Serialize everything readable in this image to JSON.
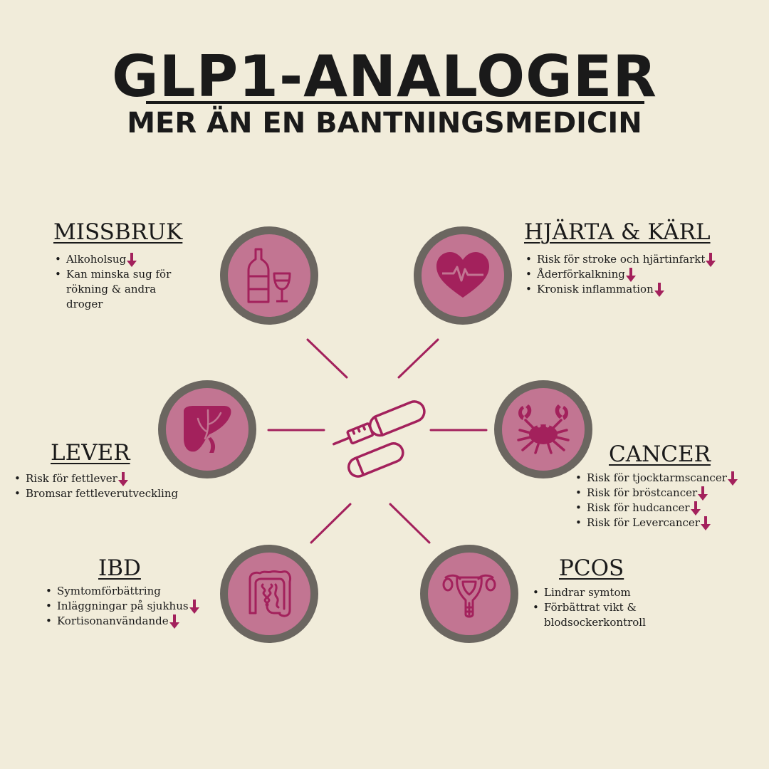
{
  "header": {
    "title": "GLP1-ANALOGER",
    "subtitle": "MER ÄN EN BANTNINGSMEDICIN"
  },
  "colors": {
    "background": "#f1ecda",
    "accent": "#a3215c",
    "circle_fill": "#c27592",
    "circle_ring": "#6b6660",
    "text": "#1a1a1a"
  },
  "center_icon": "injection-pen-icon",
  "sections": {
    "missbruk": {
      "title": "MISSBRUK",
      "icon": "wine-bottle-glass-icon",
      "items": [
        {
          "text": "Alkoholsug",
          "arrow": true
        },
        {
          "text": "Kan minska sug för rökning & andra droger",
          "arrow": false
        }
      ]
    },
    "hjarta": {
      "title": "HJÄRTA & KÄRL",
      "icon": "heart-pulse-icon",
      "items": [
        {
          "text": "Risk för stroke och hjärtinfarkt",
          "arrow": true
        },
        {
          "text": "Åderförkalkning",
          "arrow": true
        },
        {
          "text": "Kronisk inflammation",
          "arrow": true
        }
      ]
    },
    "lever": {
      "title": "LEVER",
      "icon": "liver-icon",
      "items": [
        {
          "text": "Risk för fettlever",
          "arrow": true
        },
        {
          "text": "Bromsar fettleverutveckling",
          "arrow": false
        }
      ]
    },
    "cancer": {
      "title": "CANCER",
      "icon": "crab-icon",
      "items": [
        {
          "text": "Risk för tjocktarmscancer",
          "arrow": true
        },
        {
          "text": "Risk  för bröstcancer",
          "arrow": true
        },
        {
          "text": "Risk  för hudcancer",
          "arrow": true
        },
        {
          "text": "Risk för Levercancer",
          "arrow": true
        }
      ]
    },
    "ibd": {
      "title": "IBD",
      "icon": "intestine-icon",
      "items": [
        {
          "text": "Symtomförbättring",
          "arrow": false
        },
        {
          "text": "Inläggningar på sjukhus",
          "arrow": true
        },
        {
          "text": "Kortisonanvändande",
          "arrow": true
        }
      ]
    },
    "pcos": {
      "title": "PCOS",
      "icon": "uterus-icon",
      "items": [
        {
          "text": "Lindrar symtom",
          "arrow": false
        },
        {
          "text": "Förbättrat vikt & blodsockerkontroll",
          "arrow": false
        }
      ]
    }
  }
}
